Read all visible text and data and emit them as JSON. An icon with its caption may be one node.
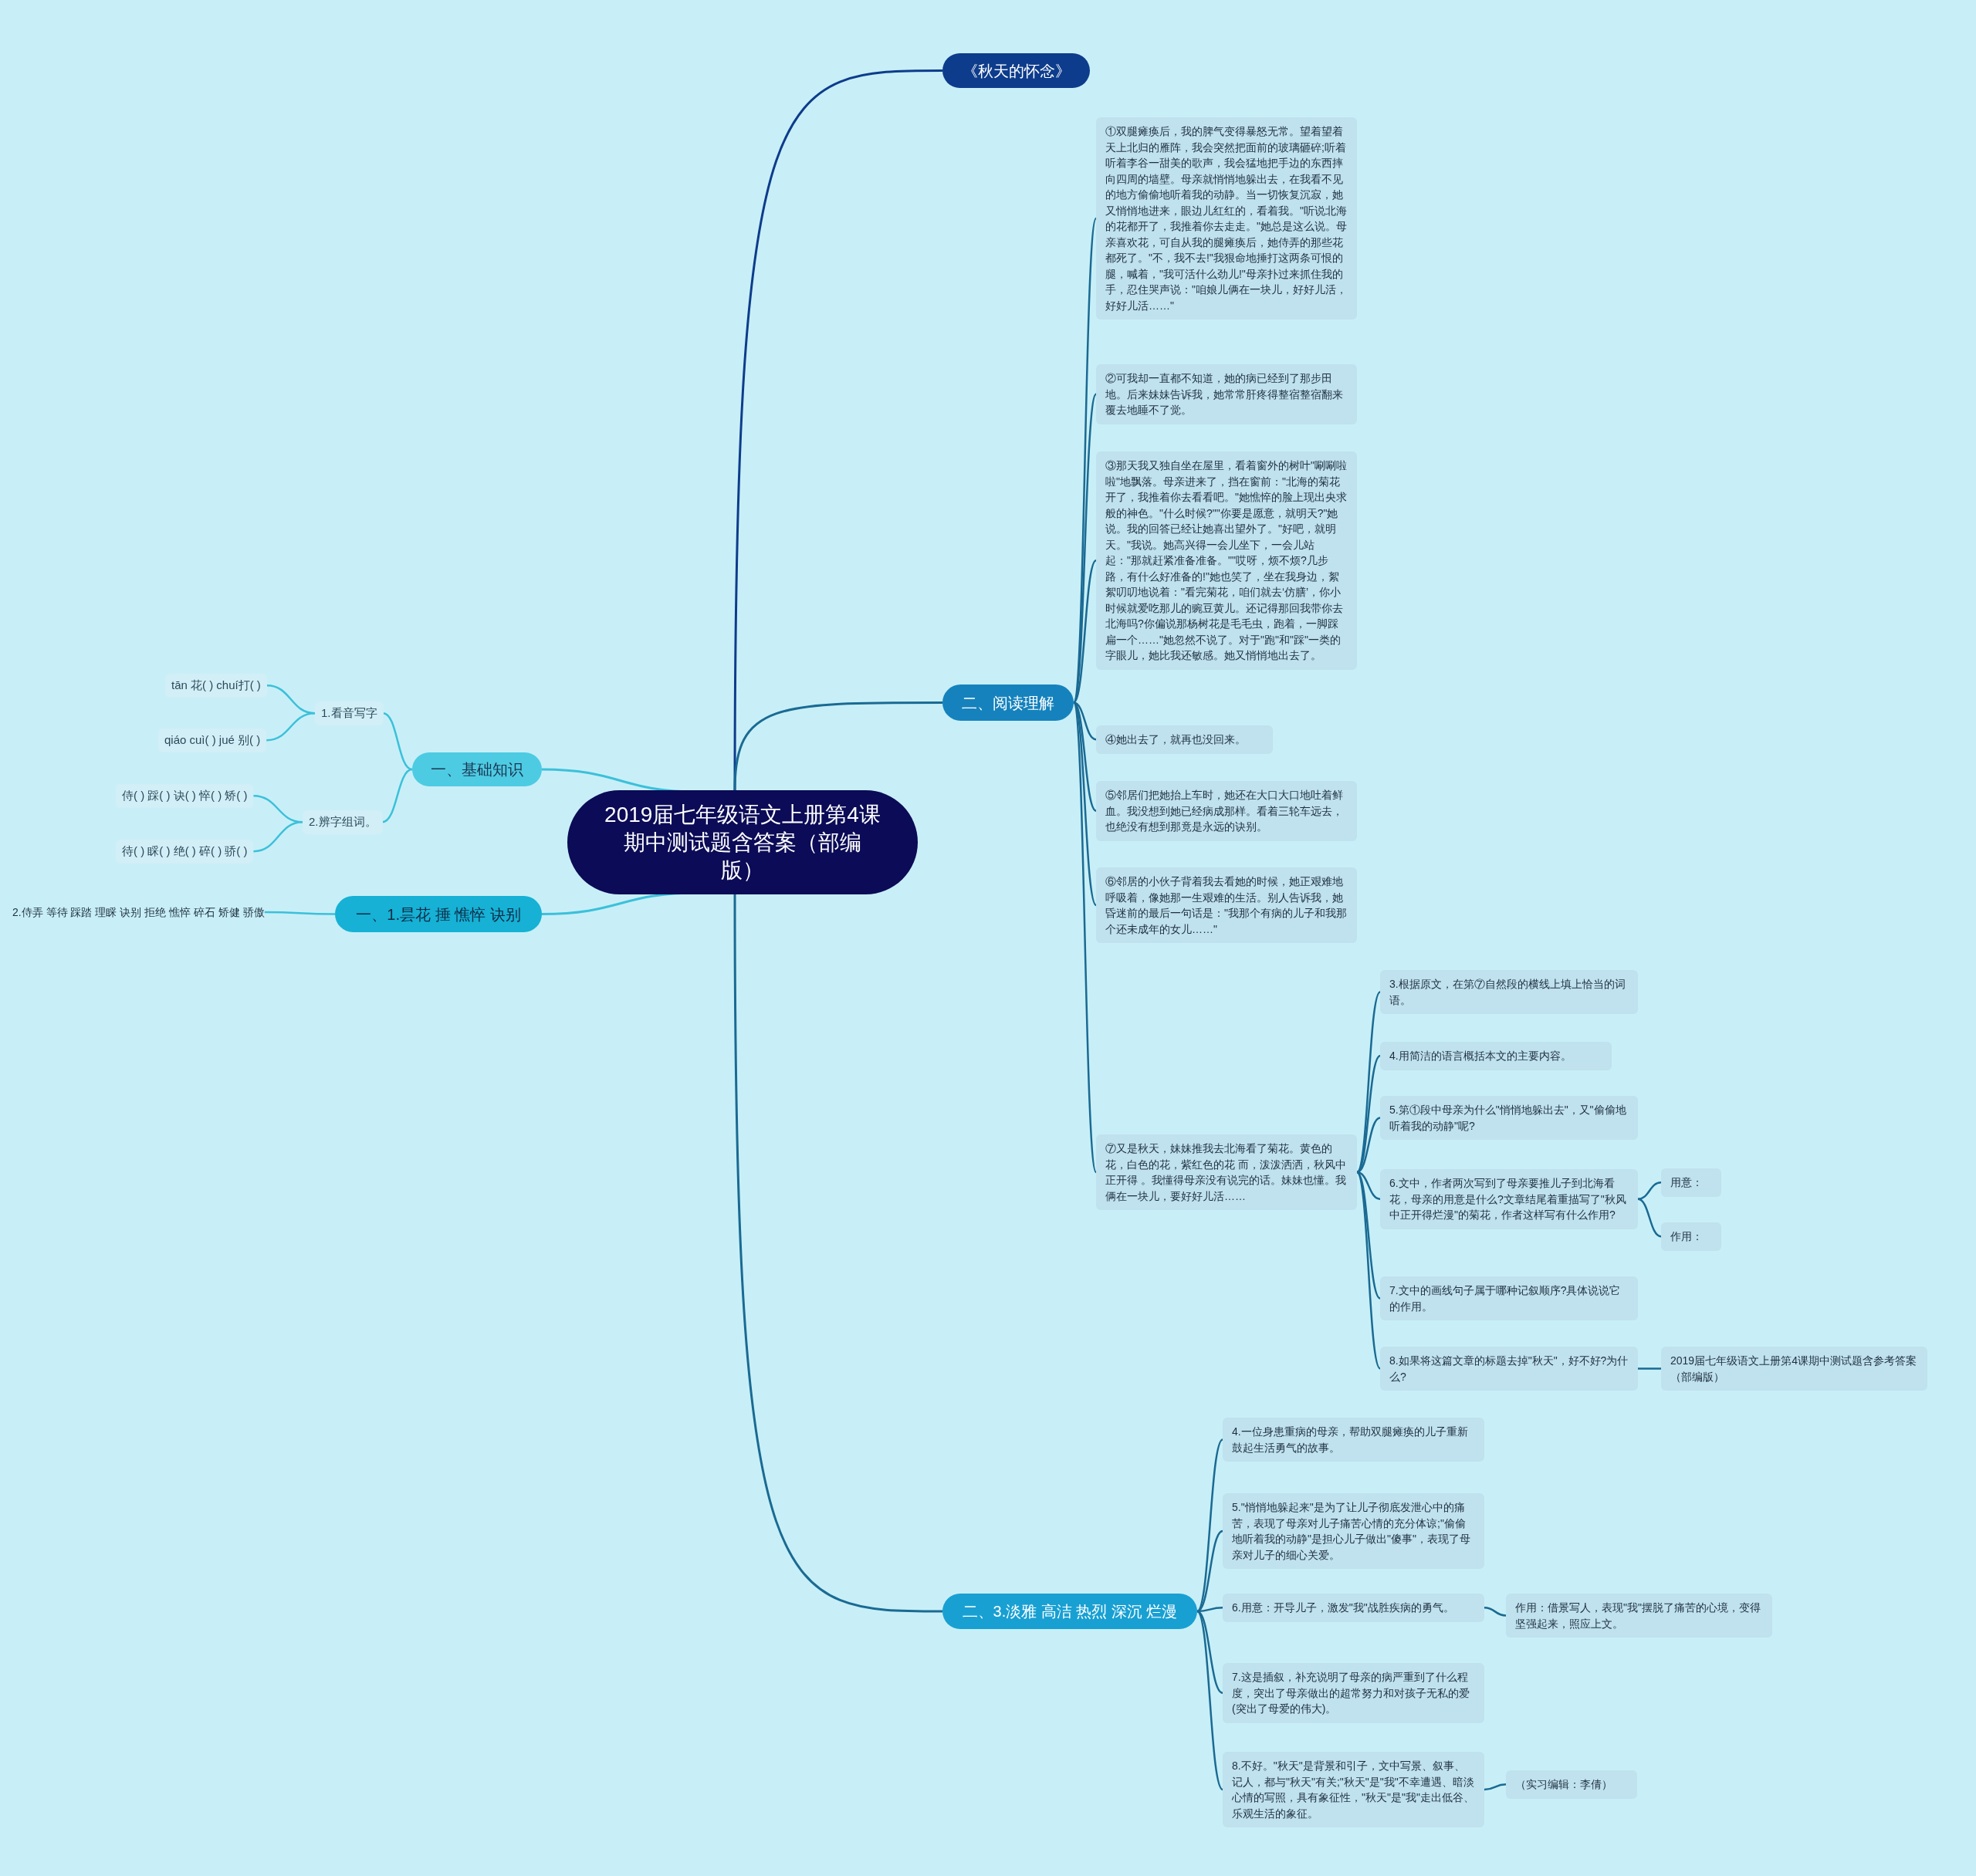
{
  "diagram": {
    "nodes": [
      {
        "text": [
          "2019届七年级语文上册第4课期中测试题含答案（部编版）"
        ]
      },
      {
        "text": [
          "《秋天的怀念》"
        ]
      },
      {
        "text": [
          "二、阅读理解"
        ]
      },
      {
        "text": [
          "①双腿瘫痪后，我的脾气变得暴怒无常。望着望着天上北归的雁阵，我会突然把面前的玻璃砸碎;听着听着李谷一甜美的歌声，我会猛地把手边的东西摔向四周的墙壁。母亲就悄悄地躲出去，在我看不见的地方偷偷地听着我的动静。当一切恢复沉寂，她又悄悄地进来，眼边儿红红的，看着我。\"听说北海的花都开了，我推着你去走走。\"她总是这么说。母亲喜欢花，可自从我的腿瘫痪后，她侍弄的那些花都死了。\"不，我不去!\"我狠命地捶打这两条可恨的腿，喊着，\"我可活什么劲儿!\"母亲扑过来抓住我的手，忍住哭声说：\"咱娘儿俩在一块儿，好好儿活，好好儿活……\""
        ]
      },
      {
        "text": [
          "②可我却一直都不知道，她的病已经到了那步田地。后来妹妹告诉我，她常常肝疼得整宿整宿翻来覆去地睡不了觉。"
        ]
      },
      {
        "text": [
          "③那天我又独自坐在屋里，看着窗外的树叶\"唰唰啦啦\"地飘落。母亲进来了，挡在窗前：\"北海的菊花开了，我推着你去看看吧。\"她憔悴的脸上现出央求般的神色。\"什么时候?\"\"你要是愿意，就明天?\"她说。我的回答已经让她喜出望外了。\"好吧，就明天。\"我说。她高兴得一会儿坐下，一会儿站起：\"那就赶紧准备准备。\"\"哎呀，烦不烦?几步路，有什么好准备的!\"她也笑了，坐在我身边，絮絮叨叨地说着：\"看完菊花，咱们就去‘仿膳’，你小时候就爱吃那儿的豌豆黄儿。还记得那回我带你去北海吗?你偏说那杨树花是毛毛虫，跑着，一脚踩扁一个……\"她忽然不说了。对于\"跑\"和\"踩\"一类的字眼儿，她比我还敏感。她又悄悄地出去了。"
        ]
      },
      {
        "text": [
          "④她出去了，就再也没回来。"
        ]
      },
      {
        "text": [
          "⑤邻居们把她抬上车时，她还在大口大口地吐着鲜血。我没想到她已经病成那样。看着三轮车远去，也绝没有想到那竟是永远的诀别。"
        ]
      },
      {
        "text": [
          "⑥邻居的小伙子背着我去看她的时候，她正艰难地呼吸着，像她那一生艰难的生活。别人告诉我，她昏迷前的最后一句话是：\"我那个有病的儿子和我那个还未成年的女儿……\""
        ]
      },
      {
        "text": [
          "⑦又是秋天，妹妹推我去北海看了菊花。黄色的花，白色的花，紫红色的花 而，泼泼洒洒，秋风中正开得 。我懂得母亲没有说完的话。妹妹也懂。我俩在一块儿，要好好儿活……"
        ]
      },
      {
        "text": [
          "3.根据原文，在第⑦自然段的横线上填上恰当的词语。"
        ]
      },
      {
        "text": [
          "4.用简洁的语言概括本文的主要内容。"
        ]
      },
      {
        "text": [
          "5.第①段中母亲为什么\"悄悄地躲出去\"，又\"偷偷地听着我的动静\"呢?"
        ]
      },
      {
        "text": [
          "6.文中，作者两次写到了母亲要推儿子到北海看花，母亲的用意是什么?文章结尾着重描写了\"秋风中正开得烂漫\"的菊花，作者这样写有什么作用?"
        ]
      },
      {
        "text": [
          "用意："
        ]
      },
      {
        "text": [
          "作用："
        ]
      },
      {
        "text": [
          "7.文中的画线句子属于哪种记叙顺序?具体说说它的作用。"
        ]
      },
      {
        "text": [
          "8.如果将这篇文章的标题去掉\"秋天\"，好不好?为什么?"
        ]
      },
      {
        "text": [
          "2019届七年级语文上册第4课期中测试题含参考答案（部编版）"
        ]
      },
      {
        "text": [
          "二、3.淡雅 高洁 热烈 深沉 烂漫"
        ]
      },
      {
        "text": [
          "4.一位身患重病的母亲，帮助双腿瘫痪的儿子重新鼓起生活勇气的故事。"
        ]
      },
      {
        "text": [
          "5.\"悄悄地躲起来\"是为了让儿子彻底发泄心中的痛苦，表现了母亲对儿子痛苦心情的充分体谅;\"偷偷地听着我的动静\"是担心儿子做出\"傻事\"，表现了母亲对儿子的细心关爱。"
        ]
      },
      {
        "text": [
          "6.用意：开导儿子，激发\"我\"战胜疾病的勇气。"
        ]
      },
      {
        "text": [
          "作用：借景写人，表现\"我\"摆脱了痛苦的心境，变得坚强起来，照应上文。"
        ]
      },
      {
        "text": [
          "7.这是插叙，补充说明了母亲的病严重到了什么程度，突出了母亲做出的超常努力和对孩子无私的爱(突出了母爱的伟大)。"
        ]
      },
      {
        "text": [
          "8.不好。\"秋天\"是背景和引子，文中写景、叙事、记人，都与\"秋天\"有关;\"秋天\"是\"我\"不幸遭遇、暗淡心情的写照，具有象征性，\"秋天\"是\"我\"走出低谷、乐观生活的象征。"
        ]
      },
      {
        "text": [
          "（实习编辑：李倩）"
        ]
      },
      {
        "text": [
          "一、基础知识"
        ]
      },
      {
        "text": [
          "1.看音写字"
        ]
      },
      {
        "text": [
          "tān 花( ) chuí打( )"
        ]
      },
      {
        "text": [
          "qiáo cuì( ) jué 别( )"
        ]
      },
      {
        "text": [
          "2.辨字组词。"
        ]
      },
      {
        "text": [
          "侍( ) 踩( ) 诀( ) 悴( ) 矫( )"
        ]
      },
      {
        "text": [
          "待( ) 睬( ) 绝( ) 碎( ) 骄( )"
        ]
      },
      {
        "text": [
          "一、1.昙花 捶 憔悴 诀别"
        ]
      },
      {
        "text": [
          "2.侍弄 等待 踩踏 理睬 诀别 拒绝 憔悴 碎石 矫健 骄傲"
        ]
      }
    ],
    "edges": [
      {
        "from": 0,
        "to": 1,
        "arrow": "none",
        "color": "#0d3c8c"
      },
      {
        "from": 0,
        "to": 2,
        "arrow": "none"
      },
      {
        "from": 2,
        "to": 3,
        "arrow": "none"
      },
      {
        "from": 2,
        "to": 4,
        "arrow": "none"
      },
      {
        "from": 2,
        "to": 5,
        "arrow": "none"
      },
      {
        "from": 2,
        "to": 6,
        "arrow": "none"
      },
      {
        "from": 2,
        "to": 7,
        "arrow": "none"
      },
      {
        "from": 2,
        "to": 8,
        "arrow": "none"
      },
      {
        "from": 2,
        "to": 9,
        "arrow": "none"
      },
      {
        "from": 9,
        "to": 10,
        "arrow": "none"
      },
      {
        "from": 9,
        "to": 11,
        "arrow": "none"
      },
      {
        "from": 9,
        "to": 12,
        "arrow": "none"
      },
      {
        "from": 9,
        "to": 13,
        "arrow": "none"
      },
      {
        "from": 13,
        "to": 14,
        "arrow": "none"
      },
      {
        "from": 13,
        "to": 15,
        "arrow": "none"
      },
      {
        "from": 9,
        "to": 16,
        "arrow": "none"
      },
      {
        "from": 9,
        "to": 17,
        "arrow": "none"
      },
      {
        "from": 17,
        "to": 18,
        "arrow": "none"
      },
      {
        "from": 0,
        "to": 19,
        "arrow": "none"
      },
      {
        "from": 19,
        "to": 20,
        "arrow": "none"
      },
      {
        "from": 19,
        "to": 21,
        "arrow": "none"
      },
      {
        "from": 19,
        "to": 22,
        "arrow": "none"
      },
      {
        "from": 22,
        "to": 23,
        "arrow": "none"
      },
      {
        "from": 19,
        "to": 24,
        "arrow": "none"
      },
      {
        "from": 19,
        "to": 25,
        "arrow": "none"
      },
      {
        "from": 25,
        "to": 26,
        "arrow": "none"
      },
      {
        "from": 0,
        "to": 27,
        "arrow": "none",
        "color": "#3cc0da"
      },
      {
        "from": 27,
        "to": 28,
        "arrow": "none",
        "color": "#3cc0da"
      },
      {
        "from": 28,
        "to": 29,
        "arrow": "none",
        "color": "#3cc0da"
      },
      {
        "from": 28,
        "to": 30,
        "arrow": "none",
        "color": "#3cc0da"
      },
      {
        "from": 27,
        "to": 31,
        "arrow": "none",
        "color": "#3cc0da"
      },
      {
        "from": 31,
        "to": 32,
        "arrow": "none",
        "color": "#3cc0da"
      },
      {
        "from": 31,
        "to": 33,
        "arrow": "none",
        "color": "#3cc0da"
      },
      {
        "from": 0,
        "to": 34,
        "arrow": "none",
        "color": "#3cc0da"
      },
      {
        "from": 34,
        "to": 35,
        "arrow": "none",
        "color": "#3cc0da"
      }
    ]
  }
}
